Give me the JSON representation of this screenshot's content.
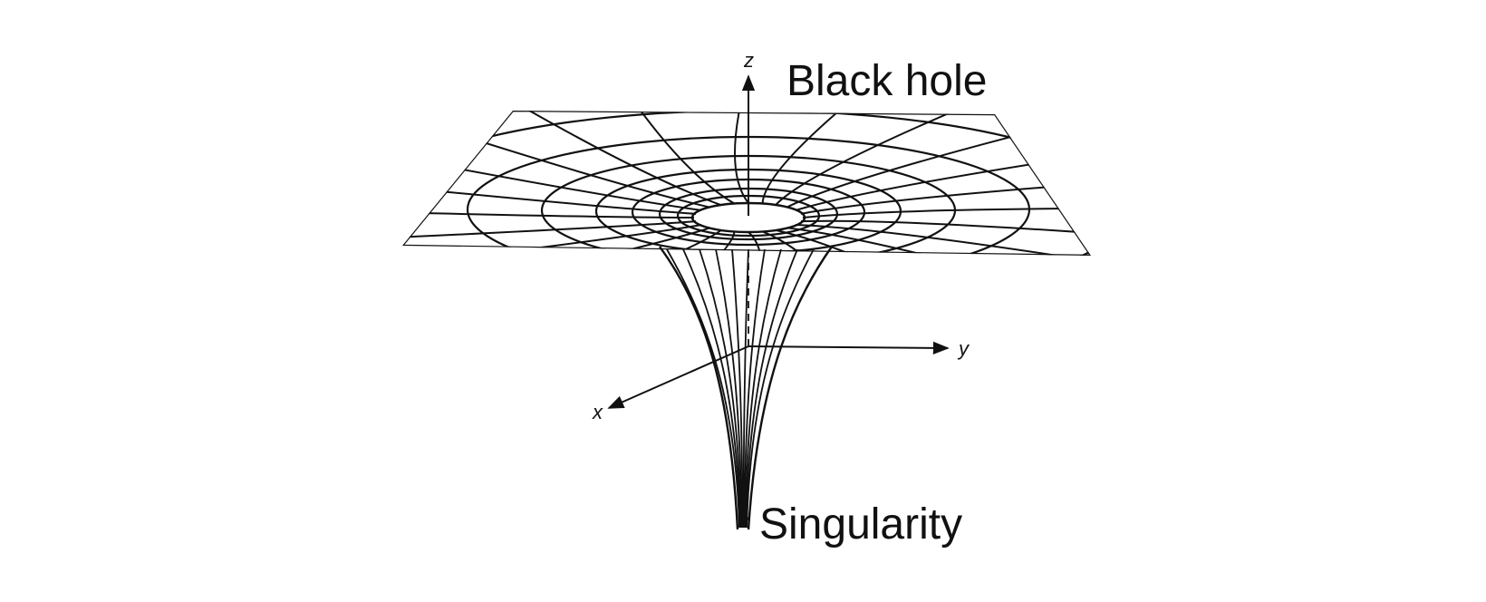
{
  "labels": {
    "black_hole": "Black hole",
    "singularity": "Singularity"
  },
  "axes": {
    "x": "x",
    "y": "y",
    "z": "z"
  },
  "colors": {
    "background": "#ffffff",
    "ink": "#111111"
  }
}
